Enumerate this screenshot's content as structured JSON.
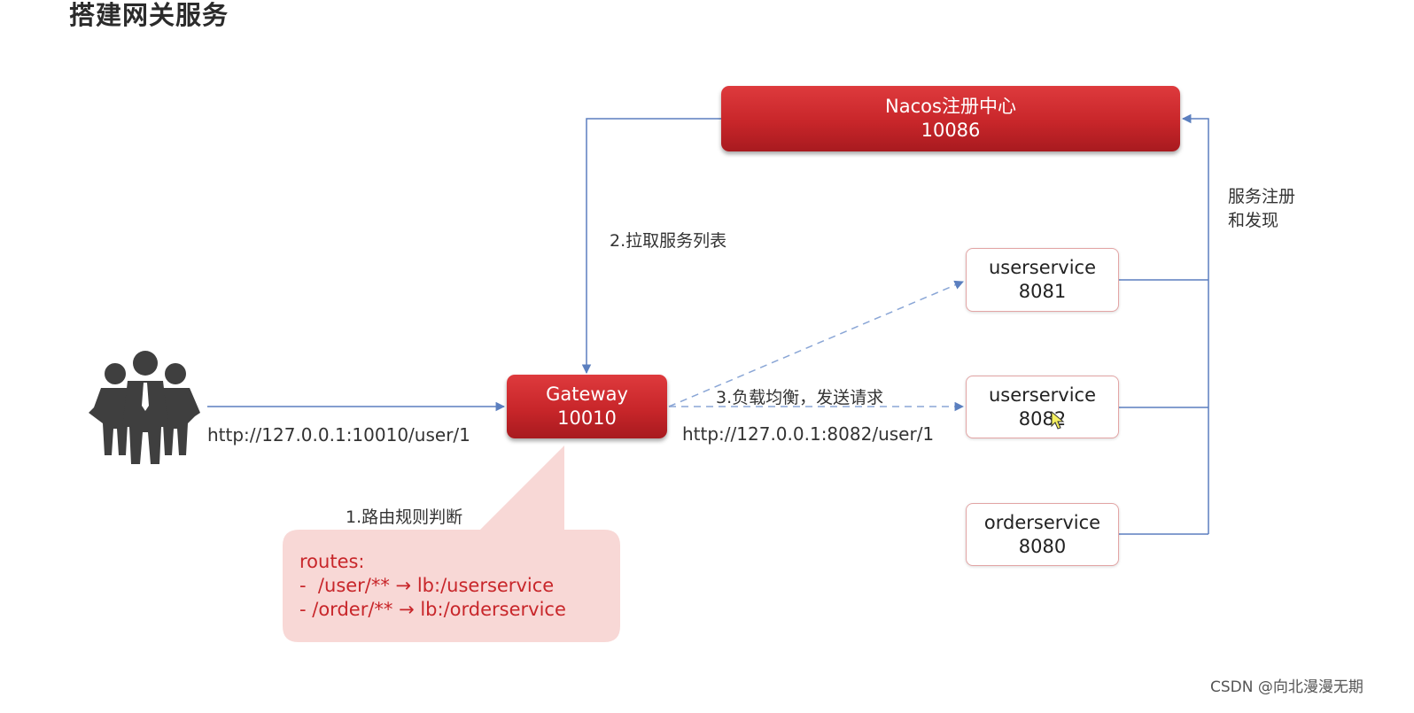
{
  "title": "搭建网关服务",
  "nacos": {
    "name": "Nacos注册中心",
    "port": "10086"
  },
  "gateway": {
    "name": "Gateway",
    "port": "10010"
  },
  "services": [
    {
      "name": "userservice",
      "port": "8081"
    },
    {
      "name": "userservice",
      "port": "8082"
    },
    {
      "name": "orderservice",
      "port": "8080"
    }
  ],
  "labels": {
    "pull_list": "2.拉取服务列表",
    "register_line1": "服务注册",
    "register_line2": "和发现",
    "client_url": "http://127.0.0.1:10010/user/1",
    "load_balance": "3.负载均衡，发送请求",
    "service_url": "http://127.0.0.1:8082/user/1",
    "route_judge": "1.路由规则判断"
  },
  "routes": {
    "header": "routes:",
    "rule1": "-  /user/** → lb:/userservice",
    "rule2": "- /order/** → lb:/orderservice"
  },
  "colors": {
    "red_box": "#c8262a",
    "line": "#5b7fbf",
    "callout_bg": "#f8d8d6",
    "route_text": "#c8262a",
    "people": "#3f3f3f"
  },
  "icons": {
    "users": "users-group-icon",
    "cursor": "mouse-cursor-icon"
  },
  "watermark": "CSDN @向北漫漫无期"
}
